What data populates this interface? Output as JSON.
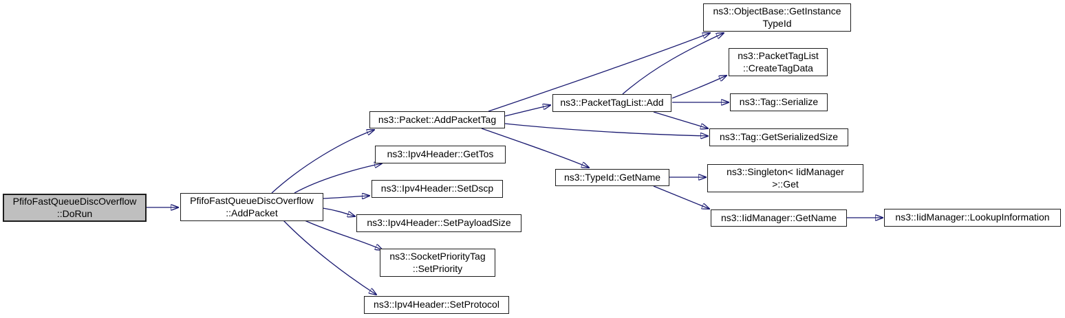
{
  "graph": {
    "title": "PfifoFastQueueDiscOverflow::DoRun call graph",
    "background_color": "#ffffff",
    "edge_color": "#191970",
    "node_border_color": "#1c1c1c",
    "node_fill": "#ffffff",
    "highlighted_node_fill": "#bfbfbf",
    "nodes": {
      "dorun": {
        "label": "PfifoFastQueueDiscOverflow\n::DoRun",
        "highlighted": true
      },
      "addpacket": {
        "label": "PfifoFastQueueDiscOverflow\n::AddPacket",
        "highlighted": false
      },
      "addpackettag": {
        "label": "ns3::Packet::AddPacketTag",
        "highlighted": false
      },
      "gettos": {
        "label": "ns3::Ipv4Header::GetTos",
        "highlighted": false
      },
      "setdscp": {
        "label": "ns3::Ipv4Header::SetDscp",
        "highlighted": false
      },
      "setpayloadsize": {
        "label": "ns3::Ipv4Header::SetPayloadSize",
        "highlighted": false
      },
      "setpriority": {
        "label": "ns3::SocketPriorityTag\n::SetPriority",
        "highlighted": false
      },
      "setprotocol": {
        "label": "ns3::Ipv4Header::SetProtocol",
        "highlighted": false
      },
      "packettaglistadd": {
        "label": "ns3::PacketTagList::Add",
        "highlighted": false
      },
      "getinstancetypeid": {
        "label": "ns3::ObjectBase::GetInstance\nTypeId",
        "highlighted": false
      },
      "createtagdata": {
        "label": "ns3::PacketTagList\n::CreateTagData",
        "highlighted": false
      },
      "serialize": {
        "label": "ns3::Tag::Serialize",
        "highlighted": false
      },
      "getserializedsize": {
        "label": "ns3::Tag::GetSerializedSize",
        "highlighted": false
      },
      "typeidgetname": {
        "label": "ns3::TypeId::GetName",
        "highlighted": false
      },
      "singletonget": {
        "label": "ns3::Singleton< IidManager\n>::Get",
        "highlighted": false
      },
      "iidmanagergetname": {
        "label": "ns3::IidManager::GetName",
        "highlighted": false
      },
      "lookupinformation": {
        "label": "ns3::IidManager::LookupInformation",
        "highlighted": false
      }
    },
    "edges": [
      {
        "from": "dorun",
        "to": "addpacket"
      },
      {
        "from": "addpacket",
        "to": "addpackettag"
      },
      {
        "from": "addpacket",
        "to": "gettos"
      },
      {
        "from": "addpacket",
        "to": "setdscp"
      },
      {
        "from": "addpacket",
        "to": "setpayloadsize"
      },
      {
        "from": "addpacket",
        "to": "setpriority"
      },
      {
        "from": "addpacket",
        "to": "setprotocol"
      },
      {
        "from": "addpackettag",
        "to": "getinstancetypeid"
      },
      {
        "from": "addpackettag",
        "to": "packettaglistadd"
      },
      {
        "from": "addpackettag",
        "to": "getserializedsize"
      },
      {
        "from": "addpackettag",
        "to": "typeidgetname"
      },
      {
        "from": "packettaglistadd",
        "to": "getinstancetypeid"
      },
      {
        "from": "packettaglistadd",
        "to": "createtagdata"
      },
      {
        "from": "packettaglistadd",
        "to": "serialize"
      },
      {
        "from": "packettaglistadd",
        "to": "getserializedsize"
      },
      {
        "from": "typeidgetname",
        "to": "singletonget"
      },
      {
        "from": "typeidgetname",
        "to": "iidmanagergetname"
      },
      {
        "from": "iidmanagergetname",
        "to": "lookupinformation"
      }
    ]
  }
}
